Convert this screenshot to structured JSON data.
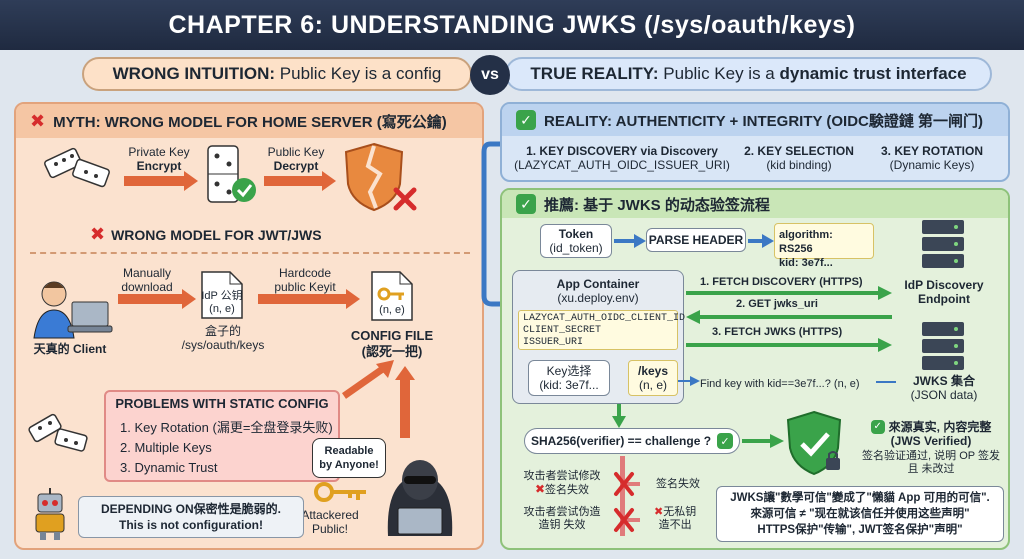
{
  "title": "CHAPTER 6: UNDERSTANDING JWKS (/sys/oauth/keys)",
  "compare": {
    "left_bold": "WRONG INTUITION:",
    "left_text": " Public Key is a config",
    "vs": "vs",
    "right_bold": "TRUE REALITY:",
    "right_text": " Public Key is a ",
    "right_bold2": "dynamic trust interface"
  },
  "myth": {
    "header": "MYTH: WRONG MODEL FOR HOME SERVER (寫死公鑰)",
    "private_key_label": "Private Key",
    "encrypt": "Encrypt",
    "public_key_label": "Public Key",
    "decrypt": "Decrypt",
    "wrong_model": "WRONG MODEL FOR JWT/JWS",
    "naive_client": "天真的 Client",
    "manually": "Manually",
    "download": "download",
    "doc_line1": "IdP 公钥",
    "doc_line2": "(n, e)",
    "box_path_line1": "盒子的",
    "box_path_line2": "/sys/oauth/keys",
    "hardcode": "Hardcode",
    "public_keyit": "public Keyit",
    "config_doc": "(n, e)",
    "config_file": "CONFIG FILE",
    "config_sub": "(認死一把)",
    "problems_title": "PROBLEMS WITH STATIC CONFIG",
    "problems": [
      "1. Key Rotation (漏更=全盘登录失败)",
      "2. Multiple Keys",
      "3. Dynamic Trust"
    ],
    "readable_line1": "Readable",
    "readable_line2": "by Anyone!",
    "attackered_line1": "Attackered",
    "attackered_line2": "Public!",
    "robot_note_line1": "DEPENDING ON保密性是脆弱的.",
    "robot_note_line2": "This is not configuration!"
  },
  "reality": {
    "header": "REALITY: AUTHENTICITY + INTEGRITY (OIDC験證鏈 第一闸门)",
    "steps": [
      {
        "title": "1. KEY DISCOVERY via Discovery",
        "sub": "(LAZYCAT_AUTH_OIDC_ISSUER_URI)"
      },
      {
        "title": "2. KEY SELECTION",
        "sub": "(kid binding)"
      },
      {
        "title": "3. KEY ROTATION",
        "sub": "(Dynamic Keys)"
      }
    ]
  },
  "flow": {
    "header": "推薦: 基于 JWKS 的动态验签流程",
    "token_line1": "Token",
    "token_line2": "(id_token)",
    "parse_header": "PARSE HEADER",
    "alg_line1": "algorithm: RS256",
    "alg_line2": "kid: 3e7f...",
    "app_title": "App Container",
    "app_sub": "(xu.deploy.env)",
    "env_vars": [
      "LAZYCAT_AUTH_OIDC_CLIENT_ID",
      "CLIENT_SECRET",
      "ISSUER_URI"
    ],
    "key_select_line1": "Key选择",
    "key_select_line2": "(kid: 3e7f...",
    "keys_line1": "/keys",
    "keys_line2": "(n, e)",
    "fetch_discovery": "1. FETCH DISCOVERY (HTTPS)",
    "get_jwks": "2. GET jwks_uri",
    "fetch_jwks": "3. FETCH JWKS (HTTPS)",
    "idp_line1": "IdP Discovery",
    "idp_line2": "Endpoint",
    "find_key": "Find key with kid==3e7f...? (n, e)",
    "jwks_line1": "JWKS 集合",
    "jwks_line2": "(JSON data)",
    "sha": "SHA256(verifier) == challenge ?",
    "verified_line1": "來源真实, 内容完整",
    "verified_line2": "(JWS Verified)",
    "verified_line3": "签名验证通过, 说明 OP 签发",
    "verified_line4": "且 未改过",
    "attack1_line1": "攻击者尝试修改",
    "attack1_line2": "签名失效",
    "attack1_result": "签名失效",
    "attack2_line1": "攻击者尝试伪造",
    "attack2_line2": "造钥 失效",
    "attack2_result_line1": "无私钥",
    "attack2_result_line2": "造不出",
    "summary_line1": "JWKS讓\"數學可信\"變成了\"懶貓 App 可用的可信\".",
    "summary_line2": "來源可信 ≠ \"现在就该信任并使用这些声明\"",
    "summary_line3": "HTTPS保护\"传输\", JWT签名保护\"声明\""
  },
  "colors": {
    "myth_bg": "#fbe2cf",
    "reality_bg": "#d9e6f6",
    "flow_bg": "#e4f1dc",
    "arrow_orange": "#e0663a",
    "arrow_green": "#3aa34a",
    "arrow_blue": "#3b78c4"
  }
}
